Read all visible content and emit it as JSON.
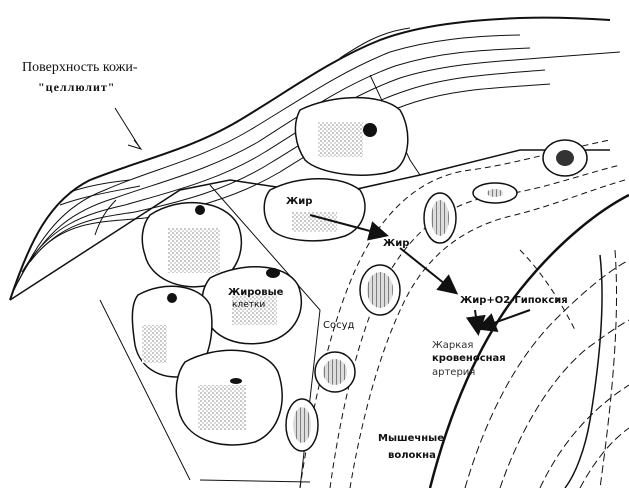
{
  "labels": {
    "skin_surface": "Поверхность кожи-",
    "cellulite": "\"целлюлит\"",
    "fat_1": "Жир",
    "fat_2": "Жир",
    "fat_3": "Жир+О2-Гипоксия",
    "fat_cells_1": "Жировые",
    "fat_cells_2": "клетки",
    "vessel": "Сосуд",
    "warm_artery_1": "Жаркая",
    "warm_artery_2": "кровеносная",
    "warm_artery_3": "артерия",
    "muscle_1": "Мышечные",
    "muscle_2": "волокна"
  }
}
